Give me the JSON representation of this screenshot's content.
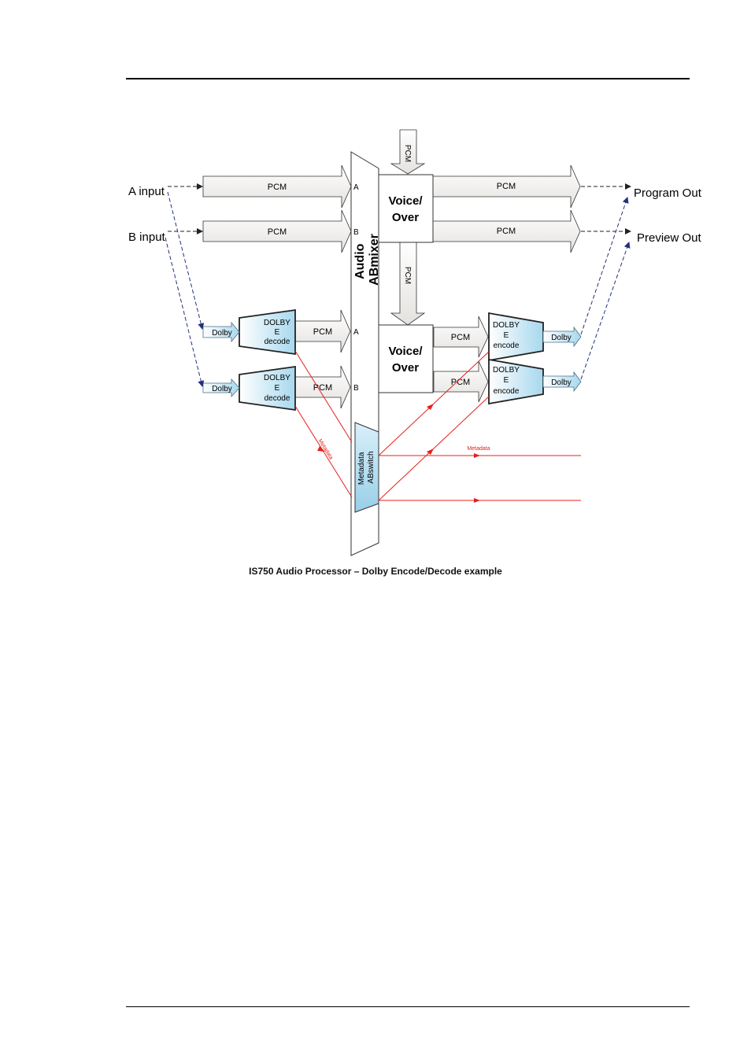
{
  "diagram": {
    "inputs": {
      "a": "A input",
      "b": "B input"
    },
    "outputs": {
      "program": "Program Out",
      "preview": "Preview Out"
    },
    "pcm": "PCM",
    "dolby": "Dolby",
    "mixer": {
      "line1": "Audio",
      "line2": "ABmixer",
      "port_a": "A",
      "port_b": "B"
    },
    "voice_over": {
      "line1": "Voice/",
      "line2": "Over"
    },
    "decoder": {
      "line1": "DOLBY",
      "line2": "E",
      "line3": "decode"
    },
    "encoder": {
      "line1": "DOLBY",
      "line2": "E",
      "line3": "encode"
    },
    "metadata_switch": {
      "line1": "Metadata",
      "line2": "ABswitch"
    },
    "metadata": "Metadata",
    "caption": "IS750 Audio Processor – Dolby Encode/Decode example"
  }
}
